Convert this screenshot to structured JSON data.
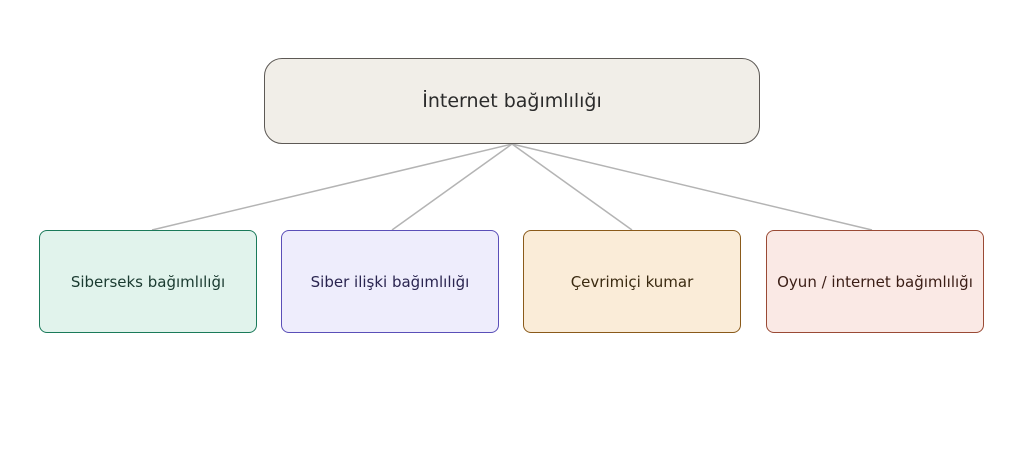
{
  "root": {
    "label": "İnternet bağımlılığı",
    "fill": "#f1eee8",
    "stroke": "#5d5955",
    "text_color": "#2b2b2b"
  },
  "children": [
    {
      "label": "Siberseks bağımlılığı",
      "fill": "#e1f3ec",
      "stroke": "#1a7a5a",
      "text_color": "#1a3a30"
    },
    {
      "label": "Siber ilişki bağımlılığı",
      "fill": "#eeedfc",
      "stroke": "#5a4fb8",
      "text_color": "#2a2550"
    },
    {
      "label": "Çevrimiçi kumar",
      "fill": "#faecd8",
      "stroke": "#8a5a1a",
      "text_color": "#3a2a10"
    },
    {
      "label": "Oyun / internet bağımlılığı",
      "fill": "#fae9e5",
      "stroke": "#9a4a35",
      "text_color": "#3a1d15"
    }
  ],
  "connector_color": "#b4b4b4"
}
